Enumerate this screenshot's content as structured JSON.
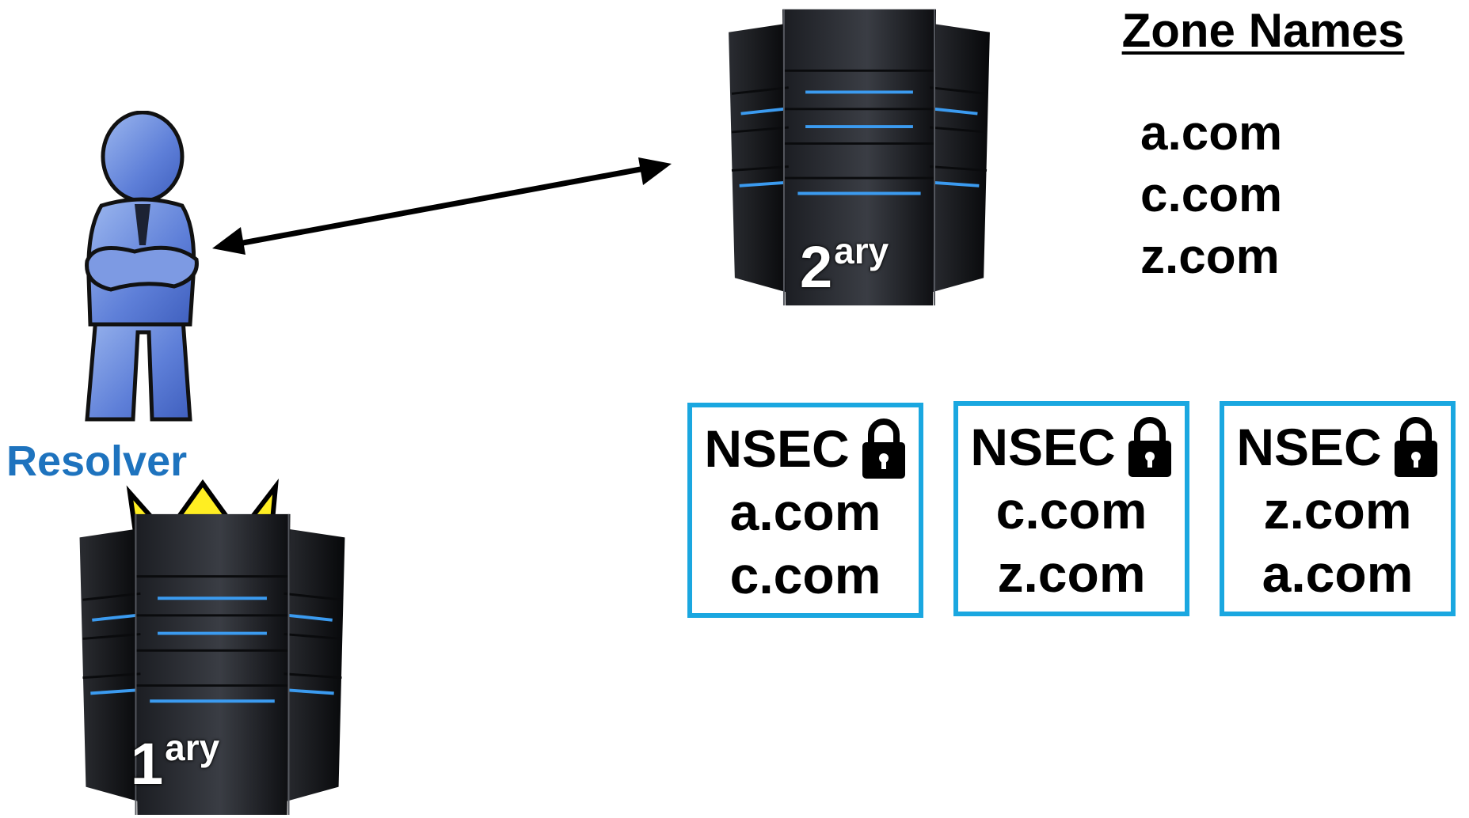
{
  "zone_names": {
    "title": "Zone Names",
    "items": [
      "a.com",
      "c.com",
      "z.com"
    ]
  },
  "resolver": {
    "label": "Resolver",
    "icon": "person-icon",
    "color": "#1e73be"
  },
  "primary_server": {
    "number": "1",
    "suffix": "ary",
    "icon": "server-icon",
    "badge_icon": "crown-icon",
    "badge_color": "#ffee22"
  },
  "secondary_server": {
    "number": "2",
    "suffix": "ary",
    "icon": "server-icon"
  },
  "connection": {
    "icon": "double-arrow-icon"
  },
  "nsec_records": [
    {
      "title": "NSEC",
      "icon": "lock-icon",
      "names": [
        "a.com",
        "c.com"
      ]
    },
    {
      "title": "NSEC",
      "icon": "lock-icon",
      "names": [
        "c.com",
        "z.com"
      ]
    },
    {
      "title": "NSEC",
      "icon": "lock-icon",
      "names": [
        "z.com",
        "a.com"
      ]
    }
  ],
  "colors": {
    "nsec_border": "#1aa7e0",
    "server_accent": "#3b9bf0"
  }
}
